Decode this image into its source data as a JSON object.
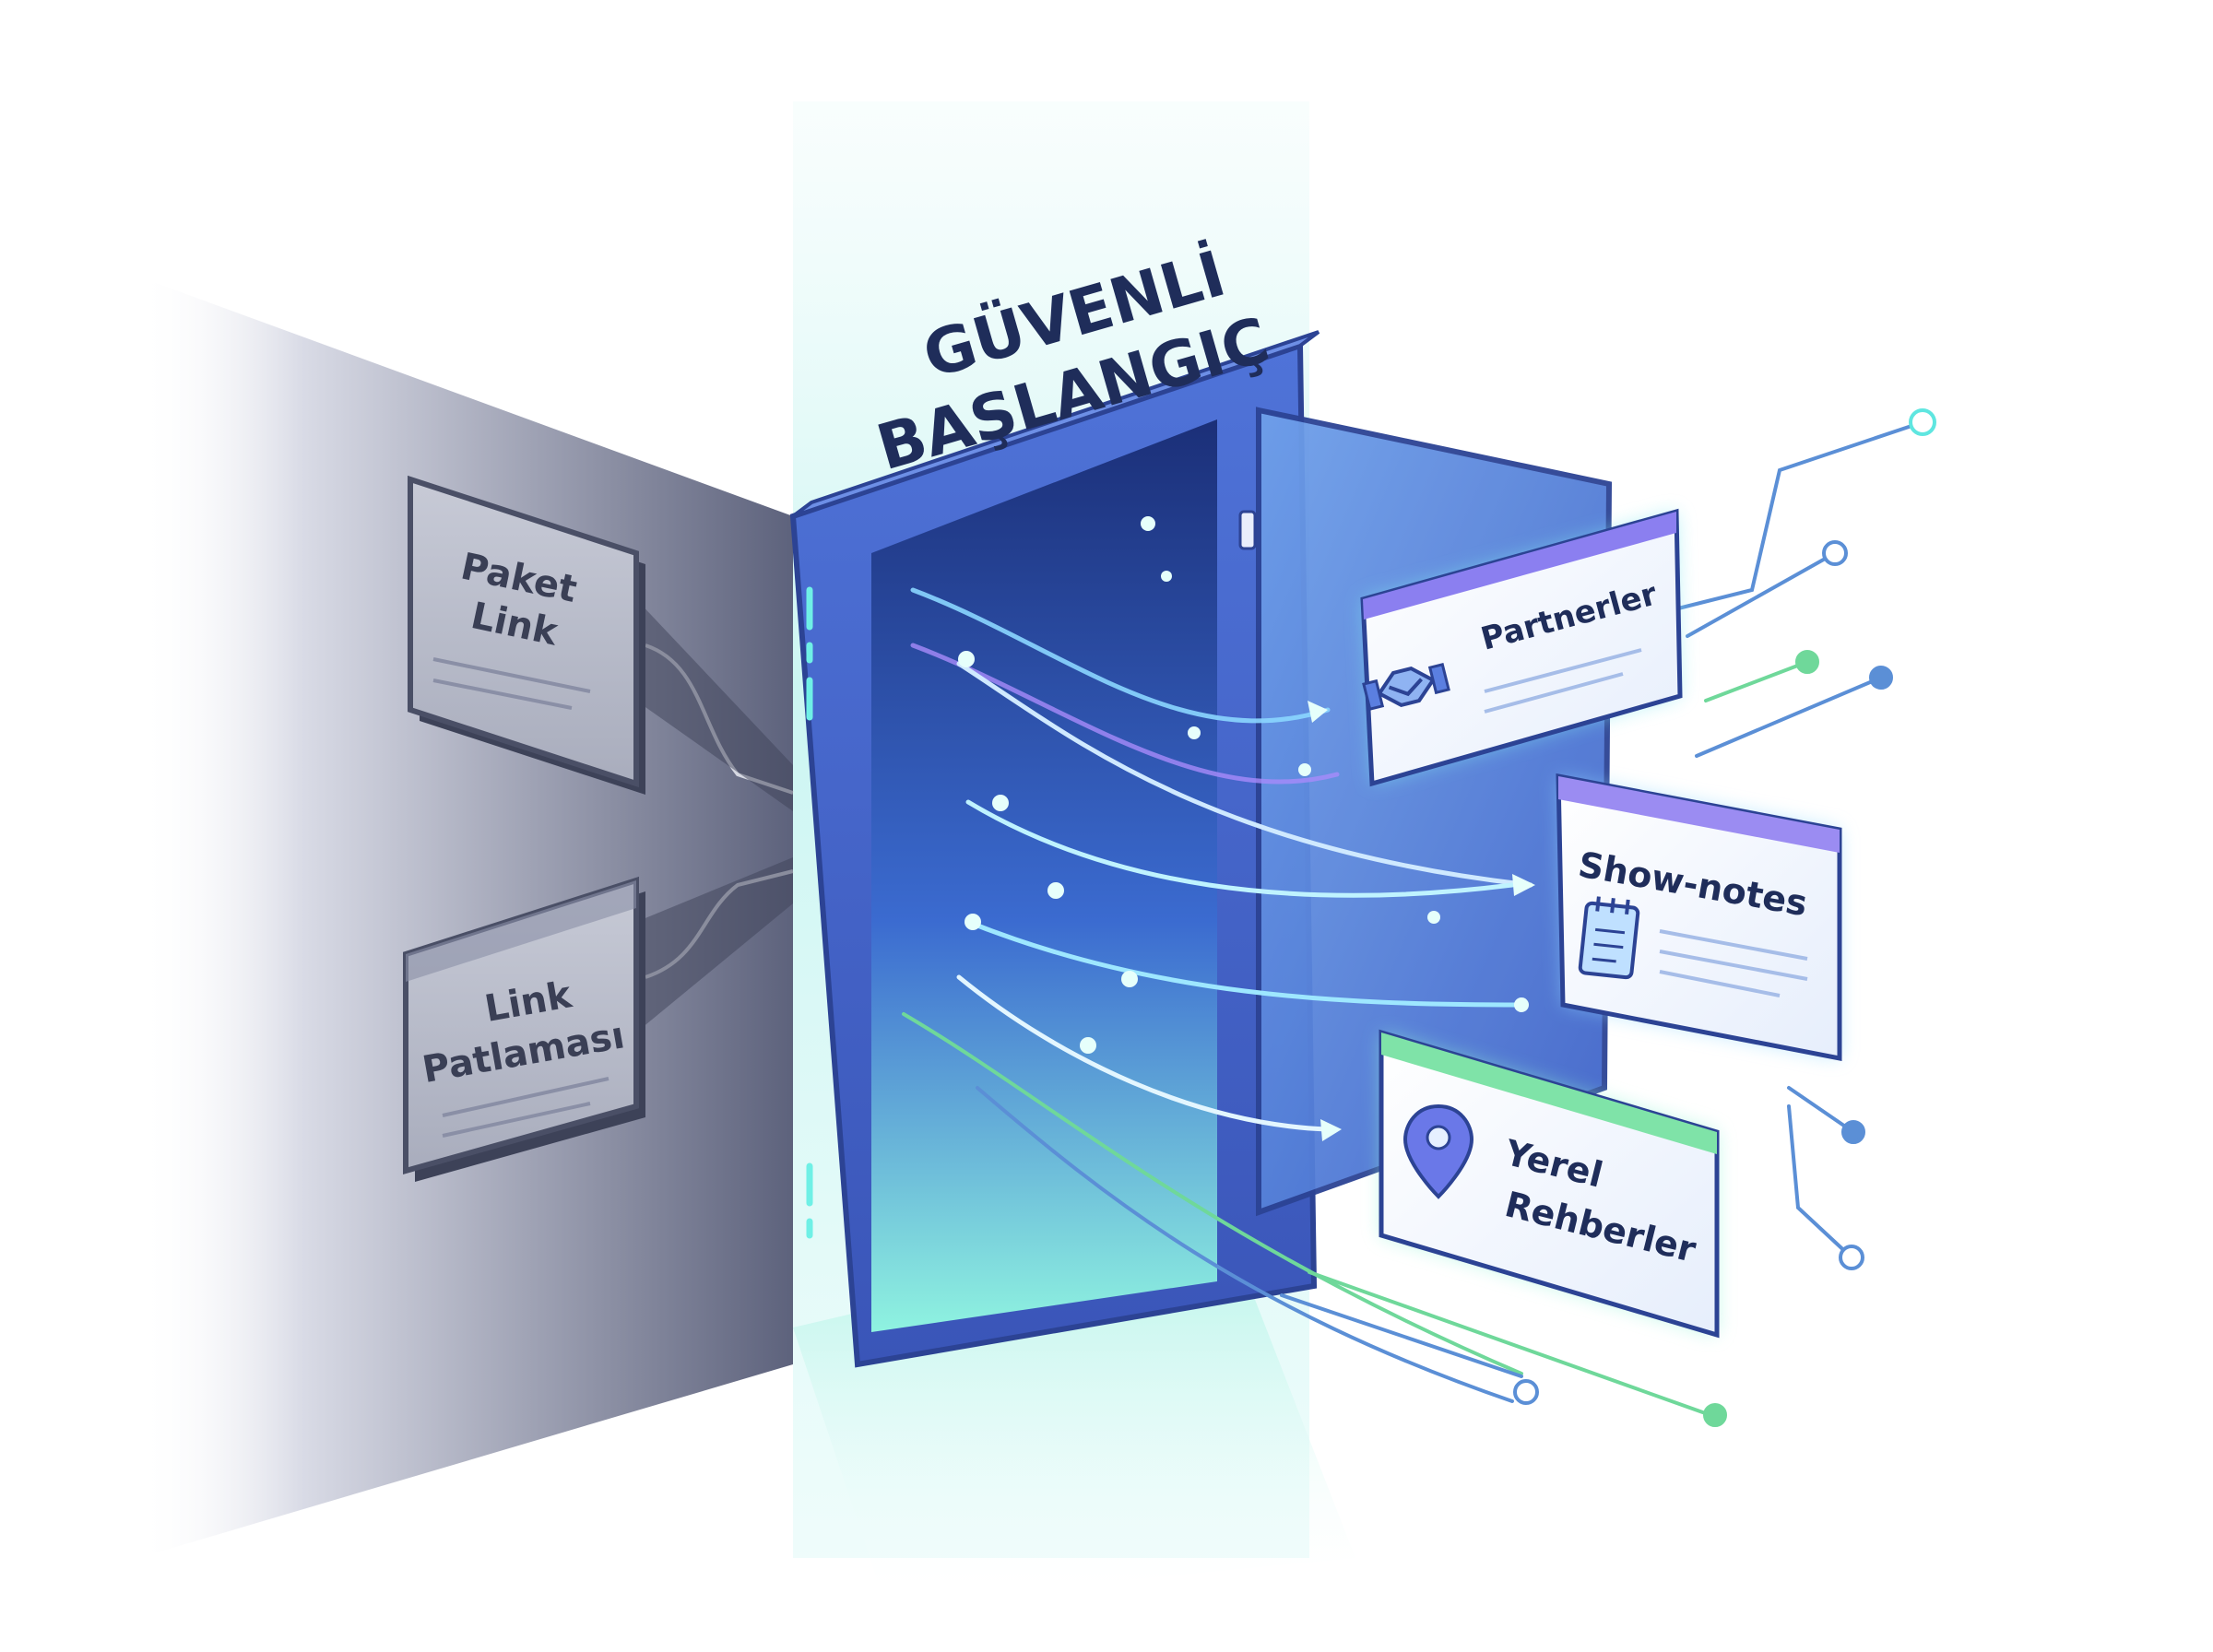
{
  "title_line1": "GÜVENLİ",
  "title_line2": "BAŞLANGIÇ",
  "left_cards": [
    {
      "line1": "Paket",
      "line2": "Link"
    },
    {
      "line1": "Link",
      "line2": "Patlaması"
    }
  ],
  "right_cards": [
    {
      "line1": "Partnerler",
      "line2": "",
      "icon": "handshake-icon",
      "accent": "#8b7ff0"
    },
    {
      "line1": "Show-notes",
      "line2": "",
      "icon": "notepad-icon",
      "accent": "#9b8cf2"
    },
    {
      "line1": "Yerel",
      "line2": "Rehberler",
      "icon": "location-pin-icon",
      "accent": "#7fe3a8"
    }
  ],
  "colors": {
    "ink": "#1f2d5a",
    "door_frame": "#3f5fc9",
    "glow": "#5fe6e0",
    "wall": "#8a8fa8",
    "circuit_blue": "#5b8fd6",
    "circuit_green": "#6fd89a"
  }
}
